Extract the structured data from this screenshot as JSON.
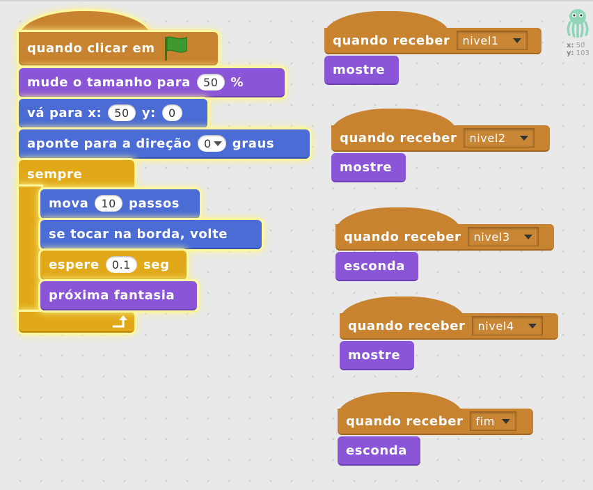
{
  "script_main": {
    "hat_prefix": "quando clicar em",
    "size_label": "mude o tamanho para",
    "size_value": "50",
    "size_unit": "%",
    "goto_label": "vá para x:",
    "goto_x": "50",
    "goto_y_label": "y:",
    "goto_y": "0",
    "point_label": "aponte para a direção",
    "point_value": "0",
    "point_unit": "graus",
    "forever_label": "sempre",
    "move_label": "mova",
    "move_value": "10",
    "move_unit": "passos",
    "bounce_label": "se tocar na borda, volte",
    "wait_label": "espere",
    "wait_value": "0.1",
    "wait_unit": "seg",
    "costume_label": "próxima fantasia"
  },
  "receivers": [
    {
      "label": "quando receber",
      "message": "nivel1",
      "action": "mostre"
    },
    {
      "label": "quando receber",
      "message": "nivel2",
      "action": "mostre"
    },
    {
      "label": "quando receber",
      "message": "nivel3",
      "action": "esconda"
    },
    {
      "label": "quando receber",
      "message": "nivel4",
      "action": "mostre"
    },
    {
      "label": "quando receber",
      "message": "fim",
      "action": "esconda"
    }
  ],
  "sprite_info": {
    "x_label": "x:",
    "x_value": "50",
    "y_label": "y:",
    "y_value": "103"
  },
  "colors": {
    "events": "#c88330",
    "looks": "#8a55d7",
    "motion": "#4a6cd4",
    "control": "#e1a91a",
    "flag": "#3e9a2e"
  }
}
